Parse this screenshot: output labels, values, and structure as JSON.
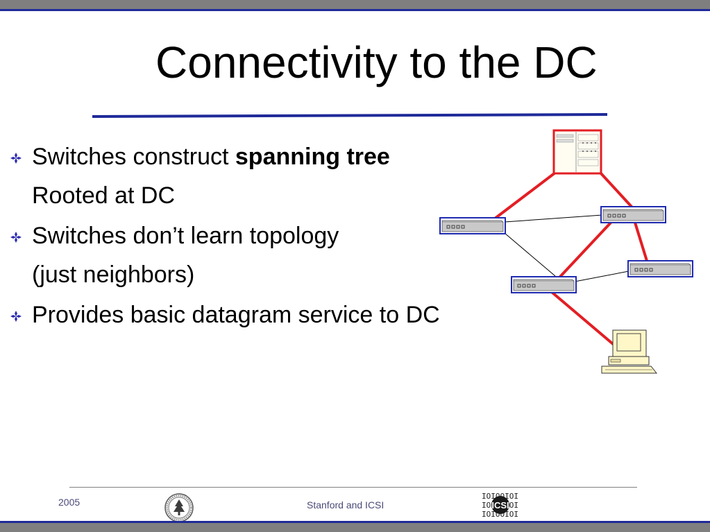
{
  "slide": {
    "title": "Connectivity to the DC",
    "bullets": [
      {
        "text": "Switches construct ",
        "bold": "spanning tree"
      },
      {
        "text": "Rooted at DC"
      },
      {
        "text": "Switches don’t learn topology"
      },
      {
        "text": "(just neighbors)"
      },
      {
        "text": "Provides basic datagram service to DC"
      }
    ]
  },
  "diagram": {
    "tree_color": "#e31e24",
    "device_border_color": "#1f2ab0"
  },
  "footer": {
    "year": "2005",
    "center_text": "Stanford and ICSI",
    "icsi_logo_text": "ICSI",
    "icsi_logo_bits": [
      "IOIOOIOI",
      "IOIOOIOI",
      "IOIOOIOI"
    ]
  },
  "colors": {
    "accent_bar": "#1f2a99",
    "frame_bar": "#7f7f7f",
    "bullet": "#2a2ab0"
  }
}
